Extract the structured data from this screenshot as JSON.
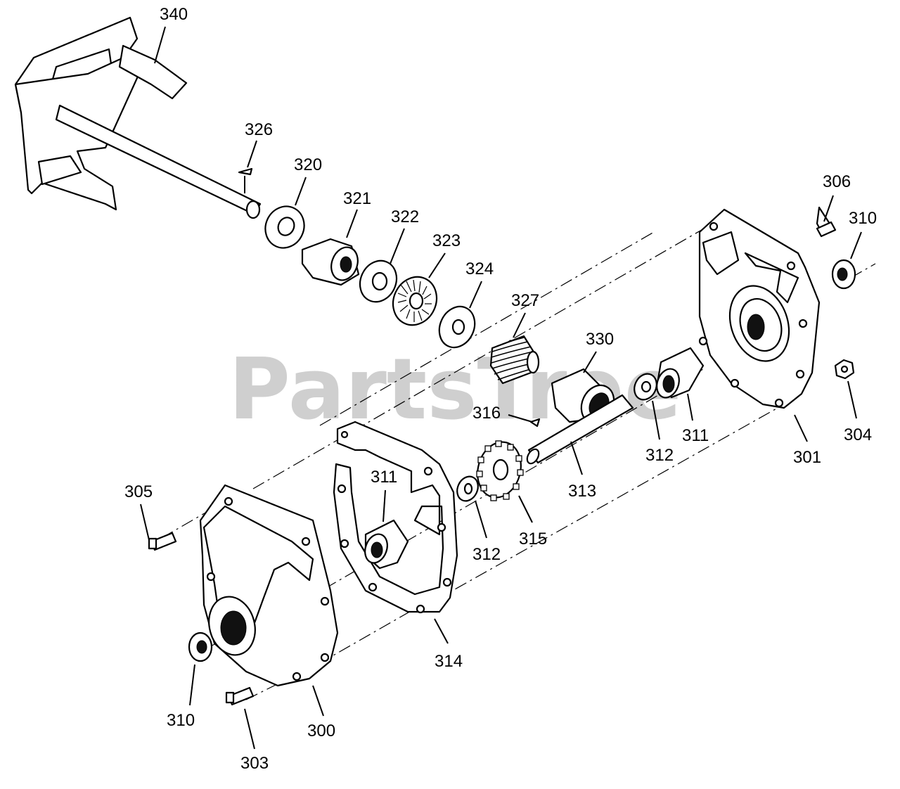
{
  "watermark": "PartsTree",
  "labels": {
    "p340": "340",
    "p326": "326",
    "p320": "320",
    "p321": "321",
    "p322": "322",
    "p323": "323",
    "p324": "324",
    "p327": "327",
    "p330": "330",
    "p316": "316",
    "p306": "306",
    "p310a": "310",
    "p304": "304",
    "p301": "301",
    "p311a": "311",
    "p312a": "312",
    "p313": "313",
    "p315": "315",
    "p312b": "312",
    "p311b": "311",
    "p305": "305",
    "p314": "314",
    "p310b": "310",
    "p300": "300",
    "p303": "303"
  }
}
